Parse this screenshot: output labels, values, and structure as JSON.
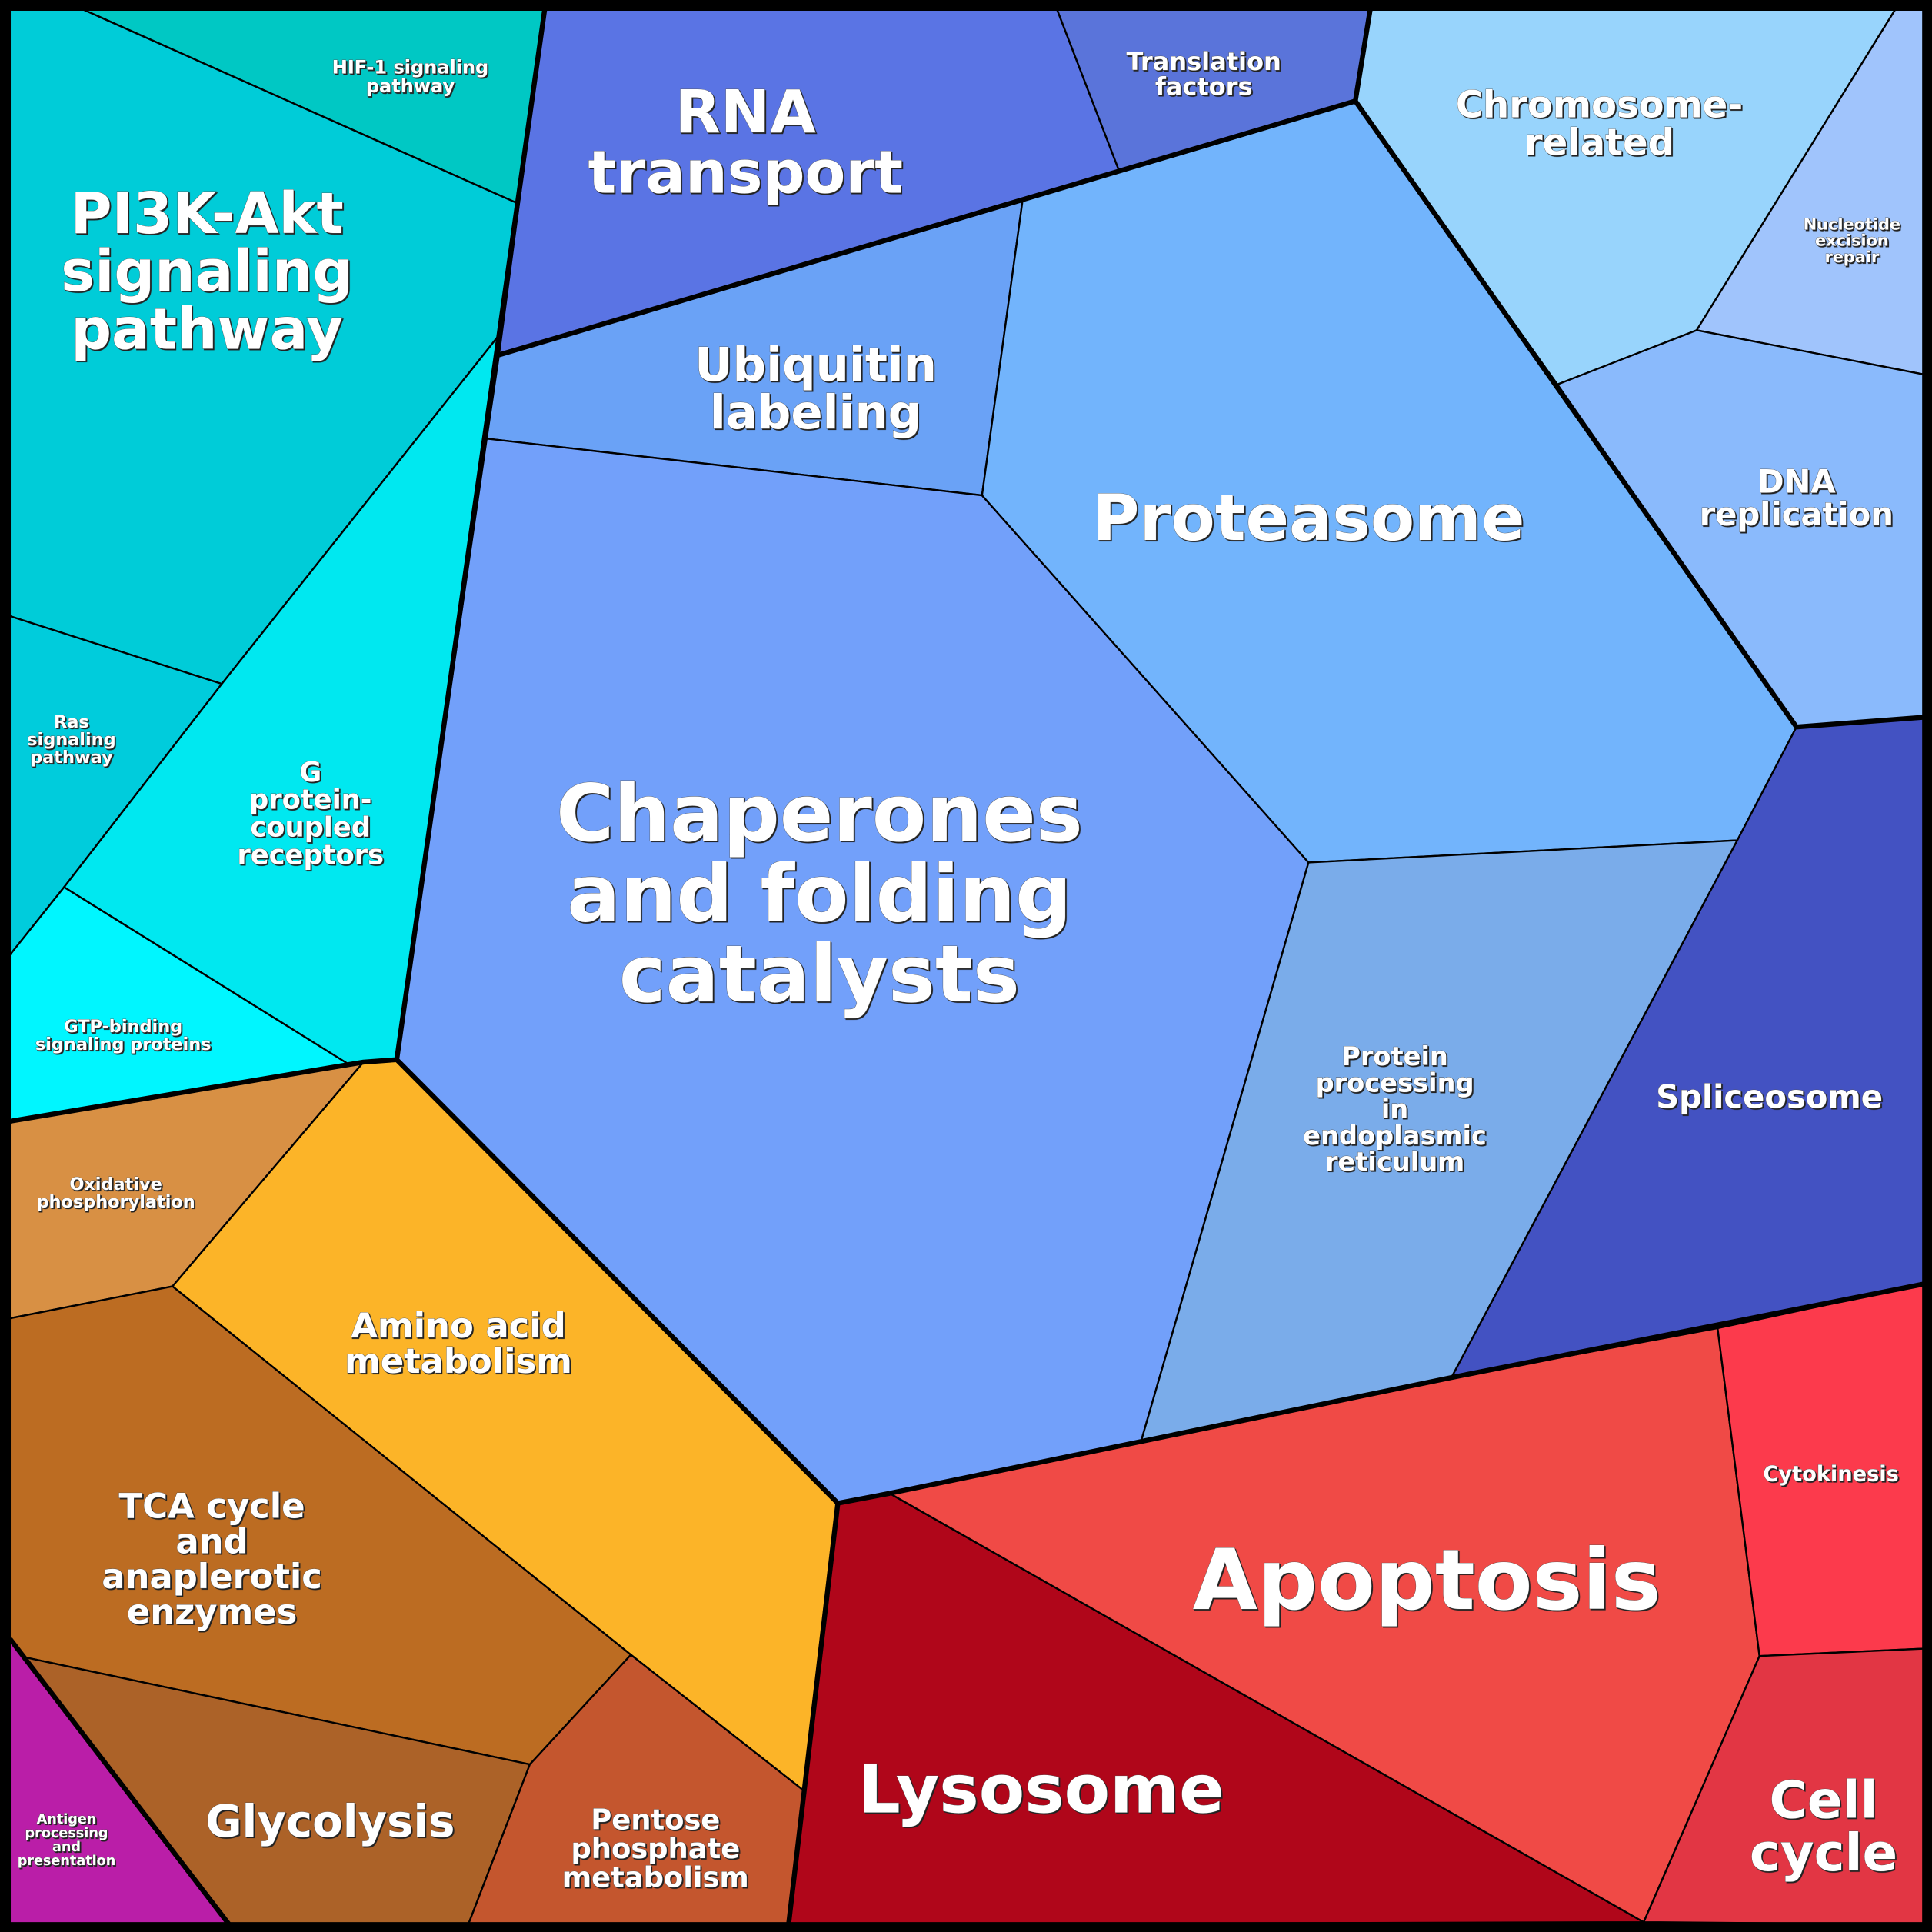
{
  "title": "Proteomaps-style Voronoi treemap of KEGG pathway categories",
  "cells": [
    {
      "id": "hif1",
      "label": [
        "HIF-1 signaling",
        "pathway"
      ],
      "color": "#00C8C4",
      "size": "small"
    },
    {
      "id": "pi3k",
      "label": [
        "PI3K-Akt",
        "signaling",
        "pathway"
      ],
      "color": "#00CCD8",
      "size": "large"
    },
    {
      "id": "ras",
      "label": [
        "Ras",
        "signaling",
        "pathway"
      ],
      "color": "#00CCDC",
      "size": "small"
    },
    {
      "id": "gpcr",
      "label": [
        "G",
        "protein-",
        "coupled",
        "receptors"
      ],
      "color": "#00E8F0",
      "size": "medium"
    },
    {
      "id": "gtp",
      "label": [
        "GTP-binding",
        "signaling proteins"
      ],
      "color": "#00F6FF",
      "size": "small"
    },
    {
      "id": "rna",
      "label": [
        "RNA",
        "transport"
      ],
      "color": "#5A74E4",
      "size": "large"
    },
    {
      "id": "transl",
      "label": [
        "Translation",
        "factors"
      ],
      "color": "#5A74DA",
      "size": "small"
    },
    {
      "id": "ubiq",
      "label": [
        "Ubiquitin",
        "labeling"
      ],
      "color": "#6AA2F6",
      "size": "medium"
    },
    {
      "id": "chap",
      "label": [
        "Chaperones",
        "and folding",
        "catalysts"
      ],
      "color": "#72A0FA",
      "size": "xlarge"
    },
    {
      "id": "prot",
      "label": [
        "Proteasome"
      ],
      "color": "#72B4FC",
      "size": "large"
    },
    {
      "id": "chrom",
      "label": [
        "Chromosome-",
        "related"
      ],
      "color": "#98D4FC",
      "size": "medium"
    },
    {
      "id": "ner",
      "label": [
        "Nucleotide",
        "excision",
        "repair"
      ],
      "color": "#A0C4FC",
      "size": "small"
    },
    {
      "id": "dnarep",
      "label": [
        "DNA",
        "replication"
      ],
      "color": "#8ABAFC",
      "size": "medium"
    },
    {
      "id": "er",
      "label": [
        "Protein",
        "processing",
        "in",
        "endoplasmic",
        "reticulum"
      ],
      "color": "#7AACEA",
      "size": "medium"
    },
    {
      "id": "splice",
      "label": [
        "Spliceosome"
      ],
      "color": "#4352C2",
      "size": "medium"
    },
    {
      "id": "oxphos",
      "label": [
        "Oxidative",
        "phosphorylation"
      ],
      "color": "#D89044",
      "size": "small"
    },
    {
      "id": "amino",
      "label": [
        "Amino acid",
        "metabolism"
      ],
      "color": "#FCB428",
      "size": "medium"
    },
    {
      "id": "tca",
      "label": [
        "TCA cycle",
        "and",
        "anaplerotic",
        "enzymes"
      ],
      "color": "#BC6C22",
      "size": "medium"
    },
    {
      "id": "glyco",
      "label": [
        "Glycolysis"
      ],
      "color": "#AC6228",
      "size": "medium"
    },
    {
      "id": "antigen",
      "label": [
        "Antigen",
        "processing",
        "and",
        "presentation"
      ],
      "color": "#BA1EA8",
      "size": "tiny"
    },
    {
      "id": "pentose",
      "label": [
        "Pentose",
        "phosphate",
        "metabolism"
      ],
      "color": "#C4562E",
      "size": "medium"
    },
    {
      "id": "lyso",
      "label": [
        "Lysosome"
      ],
      "color": "#B0061A",
      "size": "large"
    },
    {
      "id": "apop",
      "label": [
        "Apoptosis"
      ],
      "color": "#F04A46",
      "size": "xlarge"
    },
    {
      "id": "cytok",
      "label": [
        "Cytokinesis"
      ],
      "color": "#FC3A4C",
      "size": "small"
    },
    {
      "id": "cellcycle",
      "label": [
        "Cell",
        "cycle"
      ],
      "color": "#E23644",
      "size": "large"
    }
  ]
}
